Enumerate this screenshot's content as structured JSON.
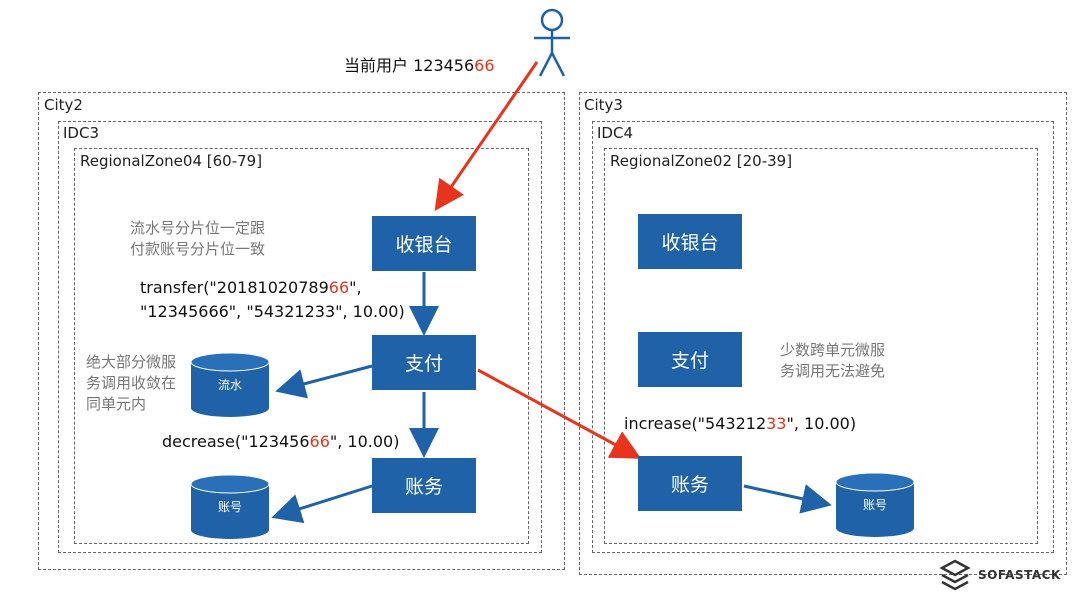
{
  "user": {
    "label_prefix": "当前用户 123456",
    "label_suffix": "66"
  },
  "left": {
    "city": "City2",
    "idc": "IDC3",
    "zone": "RegionalZone04 [60-79]",
    "cashier": "收银台",
    "payment": "支付",
    "account": "账务",
    "db_flow": "流水",
    "db_account": "账号",
    "note_shard": [
      "流水号分片位一定跟",
      "付款账号分片位一致"
    ],
    "note_converge": [
      "绝大部分微服",
      "务调用收敛在",
      "同单元内"
    ],
    "transfer": {
      "line1_prefix": "transfer(\"2018102078",
      "line1_red": "9",
      "line1_red2": "66",
      "line1_suffix": "\",",
      "line2": "\"12345666\", \"54321233\", 10.00)"
    },
    "decrease": {
      "prefix": "decrease(\"123456",
      "red": "66",
      "suffix": "\",  10.00)"
    }
  },
  "right": {
    "city": "City3",
    "idc": "IDC4",
    "zone": "RegionalZone02 [20-39]",
    "cashier": "收银台",
    "payment": "支付",
    "account": "账务",
    "db_account": "账号",
    "note_cross": [
      "少数跨单元微服",
      "务调用无法避免"
    ],
    "increase": {
      "prefix": "increase(\"543212",
      "red": "33",
      "suffix": "\",  10.00)"
    }
  },
  "brand": {
    "name": "SOFASTACK"
  },
  "colors": {
    "node": "#1f62a8",
    "red_arrow": "#e8341c",
    "blue_arrow": "#1f62a8"
  }
}
